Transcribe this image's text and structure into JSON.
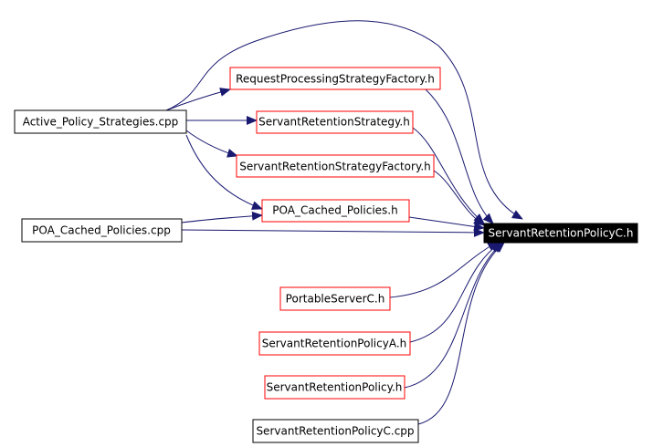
{
  "colors": {
    "edge": "#191970",
    "header_border": "#ff0000",
    "source_border": "#000000",
    "target_fill": "#000000",
    "target_text": "#ffffff"
  },
  "diagram": {
    "target": {
      "label": "ServantRetentionPolicyC.h"
    },
    "sources": {
      "active_policy": {
        "label": "Active_Policy_Strategies.cpp"
      },
      "poa_cached_cpp": {
        "label": "POA_Cached_Policies.cpp"
      },
      "retention_c_cpp": {
        "label": "ServantRetentionPolicyC.cpp"
      }
    },
    "headers": {
      "rps_factory": {
        "label": "RequestProcessingStrategyFactory.h"
      },
      "srs": {
        "label": "ServantRetentionStrategy.h"
      },
      "srs_factory": {
        "label": "ServantRetentionStrategyFactory.h"
      },
      "poa_cached_h": {
        "label": "POA_Cached_Policies.h"
      },
      "portable_server": {
        "label": "PortableServerC.h"
      },
      "retention_a": {
        "label": "ServantRetentionPolicyA.h"
      },
      "retention_policy": {
        "label": "ServantRetentionPolicy.h"
      }
    }
  }
}
